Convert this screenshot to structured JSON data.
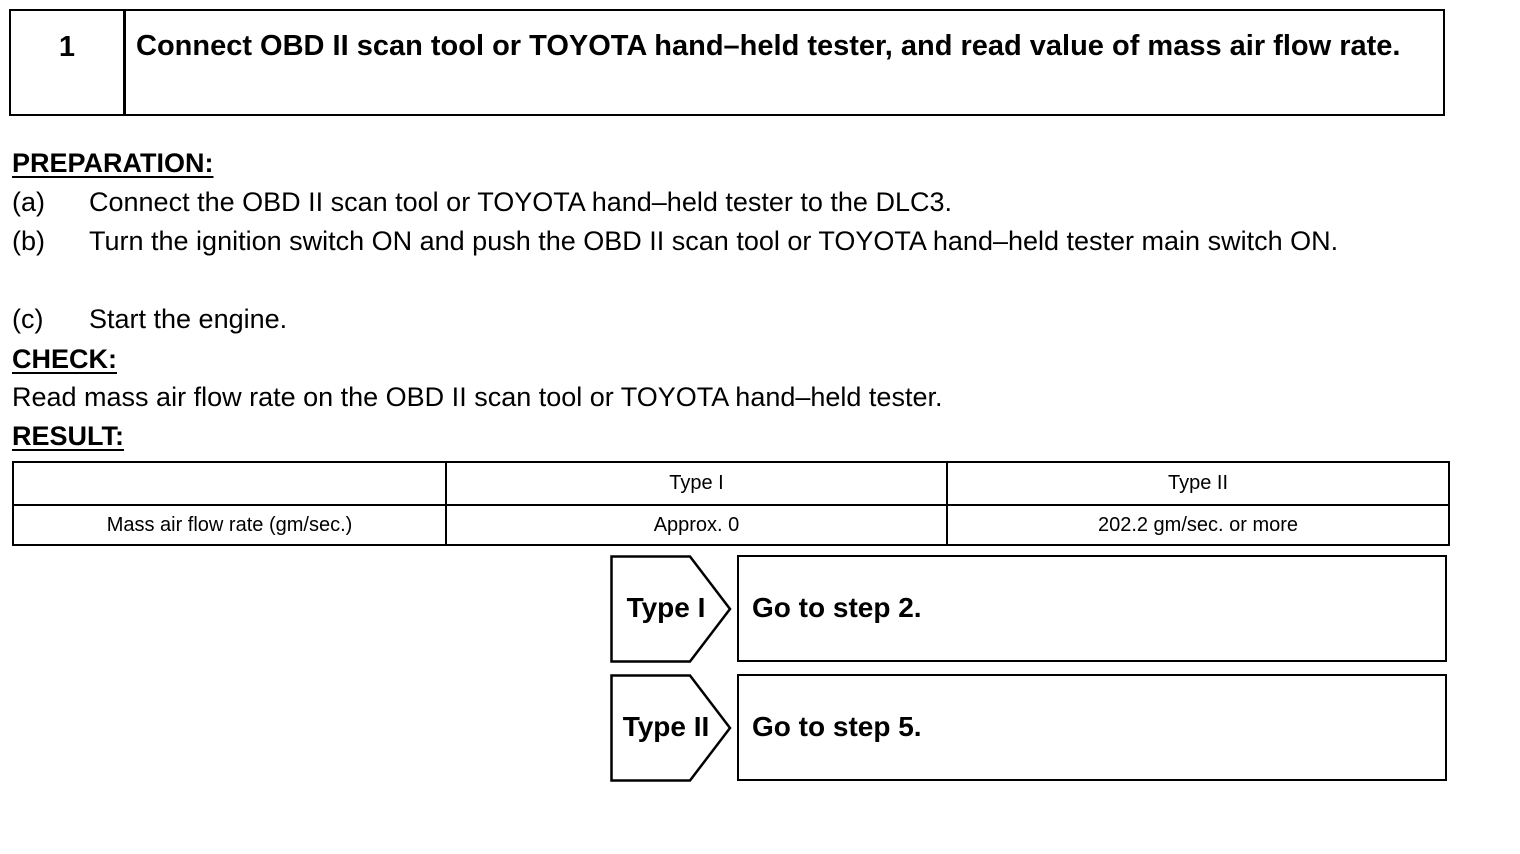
{
  "step": {
    "number": "1",
    "title": "Connect OBD II scan tool or TOYOTA hand–held tester, and read value of mass air flow rate."
  },
  "preparation": {
    "heading": "PREPARATION:",
    "items": [
      {
        "label": "(a)",
        "text": "Connect the OBD II scan tool or TOYOTA hand–held tester to the DLC3."
      },
      {
        "label": "(b)",
        "text": "Turn the ignition switch ON and push the OBD II scan tool or TOYOTA hand–held tester main switch ON."
      },
      {
        "label": "(c)",
        "text": "Start the engine."
      }
    ]
  },
  "check": {
    "heading": "CHECK:",
    "text": "Read mass air flow rate on the OBD II scan tool or TOYOTA hand–held tester."
  },
  "result": {
    "heading": "RESULT:",
    "table": {
      "headers": [
        "",
        "Type I",
        "Type II"
      ],
      "rows": [
        [
          "Mass air flow rate (gm/sec.)",
          "Approx. 0",
          "202.2 gm/sec. or more"
        ]
      ]
    }
  },
  "outcomes": [
    {
      "type": "Type I",
      "action": "Go to step 2."
    },
    {
      "type": "Type II",
      "action": "Go to step 5."
    }
  ]
}
